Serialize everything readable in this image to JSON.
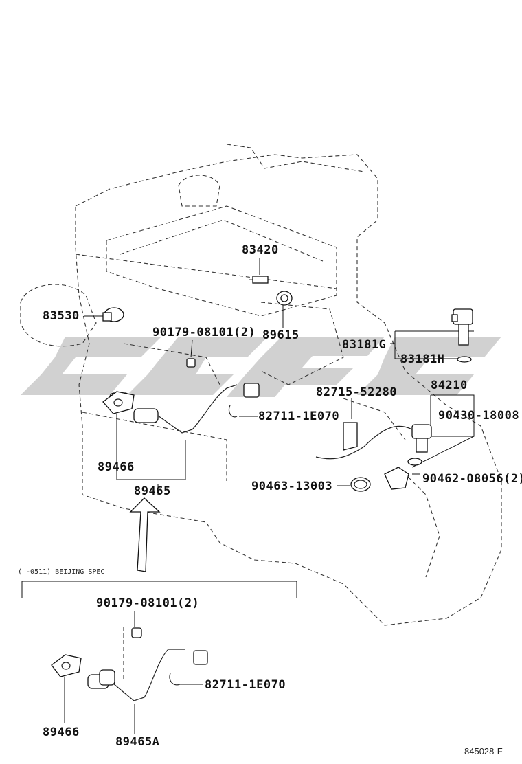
{
  "labels": {
    "p83420": "83420",
    "p83530": "83530",
    "p89615": "89615",
    "p90179_top": "90179-08101(2)",
    "p83181G": "83181G",
    "p83181H": "83181H",
    "p84210": "84210",
    "p82715": "82715-52280",
    "p82711_top": "82711-1E070",
    "p90430": "90430-18008",
    "p89466_top": "89466",
    "p89465": "89465",
    "p90463": "90463-13003",
    "p90462": "90462-08056(2)",
    "spec_note": "(    -0511) BEIJING SPEC",
    "p90179_bot": "90179-08101(2)",
    "p82711_bot": "82711-1E070",
    "p89466_bot": "89466",
    "p89465A": "89465A",
    "figure_code": "845028-F"
  },
  "colors": {
    "line": "#222222",
    "watermark": "#c8c8c8",
    "background": "#ffffff"
  }
}
